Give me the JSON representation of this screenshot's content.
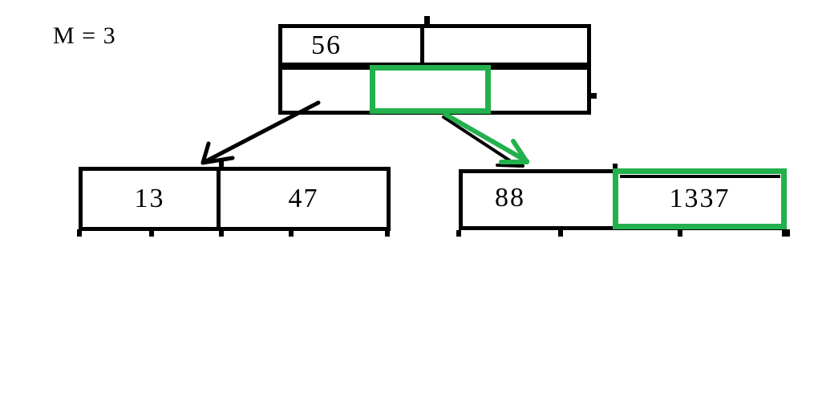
{
  "annotation": {
    "m_label": "M = 3"
  },
  "colors": {
    "highlight": "#22B14C",
    "ink": "#000000"
  },
  "tree": {
    "root": {
      "keys": [
        "56",
        ""
      ],
      "pointers": [
        "",
        "",
        ""
      ],
      "highlighted_pointer_index": 1
    },
    "left_leaf": {
      "keys": [
        "13",
        "47"
      ]
    },
    "right_leaf": {
      "keys": [
        "88",
        "1337"
      ],
      "highlighted_key_index": 1
    }
  },
  "arrows": [
    {
      "name": "left-child-arrow",
      "color": "#000000"
    },
    {
      "name": "right-child-arrow",
      "color": "#22B14C"
    }
  ]
}
